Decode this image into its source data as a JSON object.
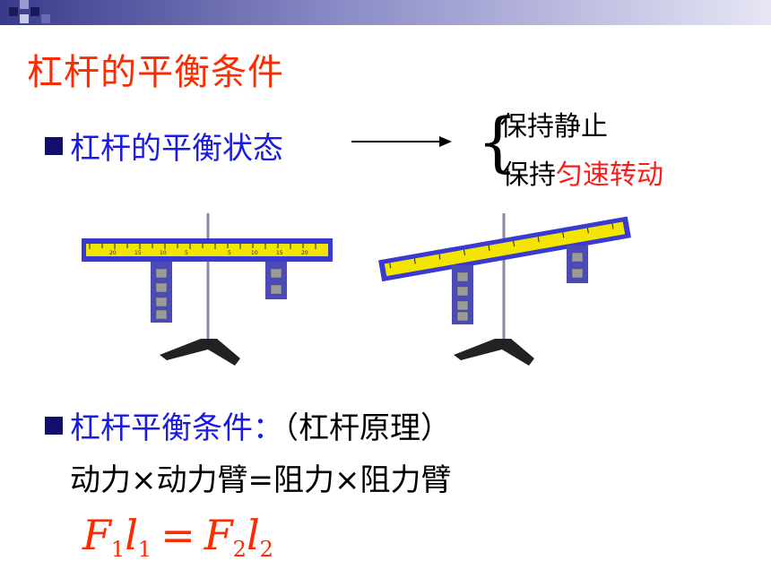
{
  "slide": {
    "title": "杠杆的平衡条件",
    "bullet1": {
      "label": "杠杆的平衡状态",
      "states": {
        "first": "保持静止",
        "second_prefix": "保持",
        "second_highlight": "匀速转动"
      }
    },
    "bullet2": {
      "label": "杠杆平衡条件：",
      "paren": "（杠杆原理）"
    },
    "formula_text": "动力×动力臂=阻力×阻力臂",
    "formula": {
      "f1": "F",
      "f1_sub": "1",
      "l1": "l",
      "l1_sub": "1",
      "eq": "=",
      "f2": "F",
      "f2_sub": "2",
      "l2": "l",
      "l2_sub": "2"
    },
    "ruler_ticks": [
      "20",
      "15",
      "10",
      "5",
      "5",
      "10",
      "15",
      "20"
    ]
  },
  "colors": {
    "title": "#ff2a00",
    "bullet_text": "#1a1ae6",
    "highlight": "#ff1a1a",
    "ruler_yellow": "#f2e600",
    "ruler_blue": "#3a3ad0"
  }
}
